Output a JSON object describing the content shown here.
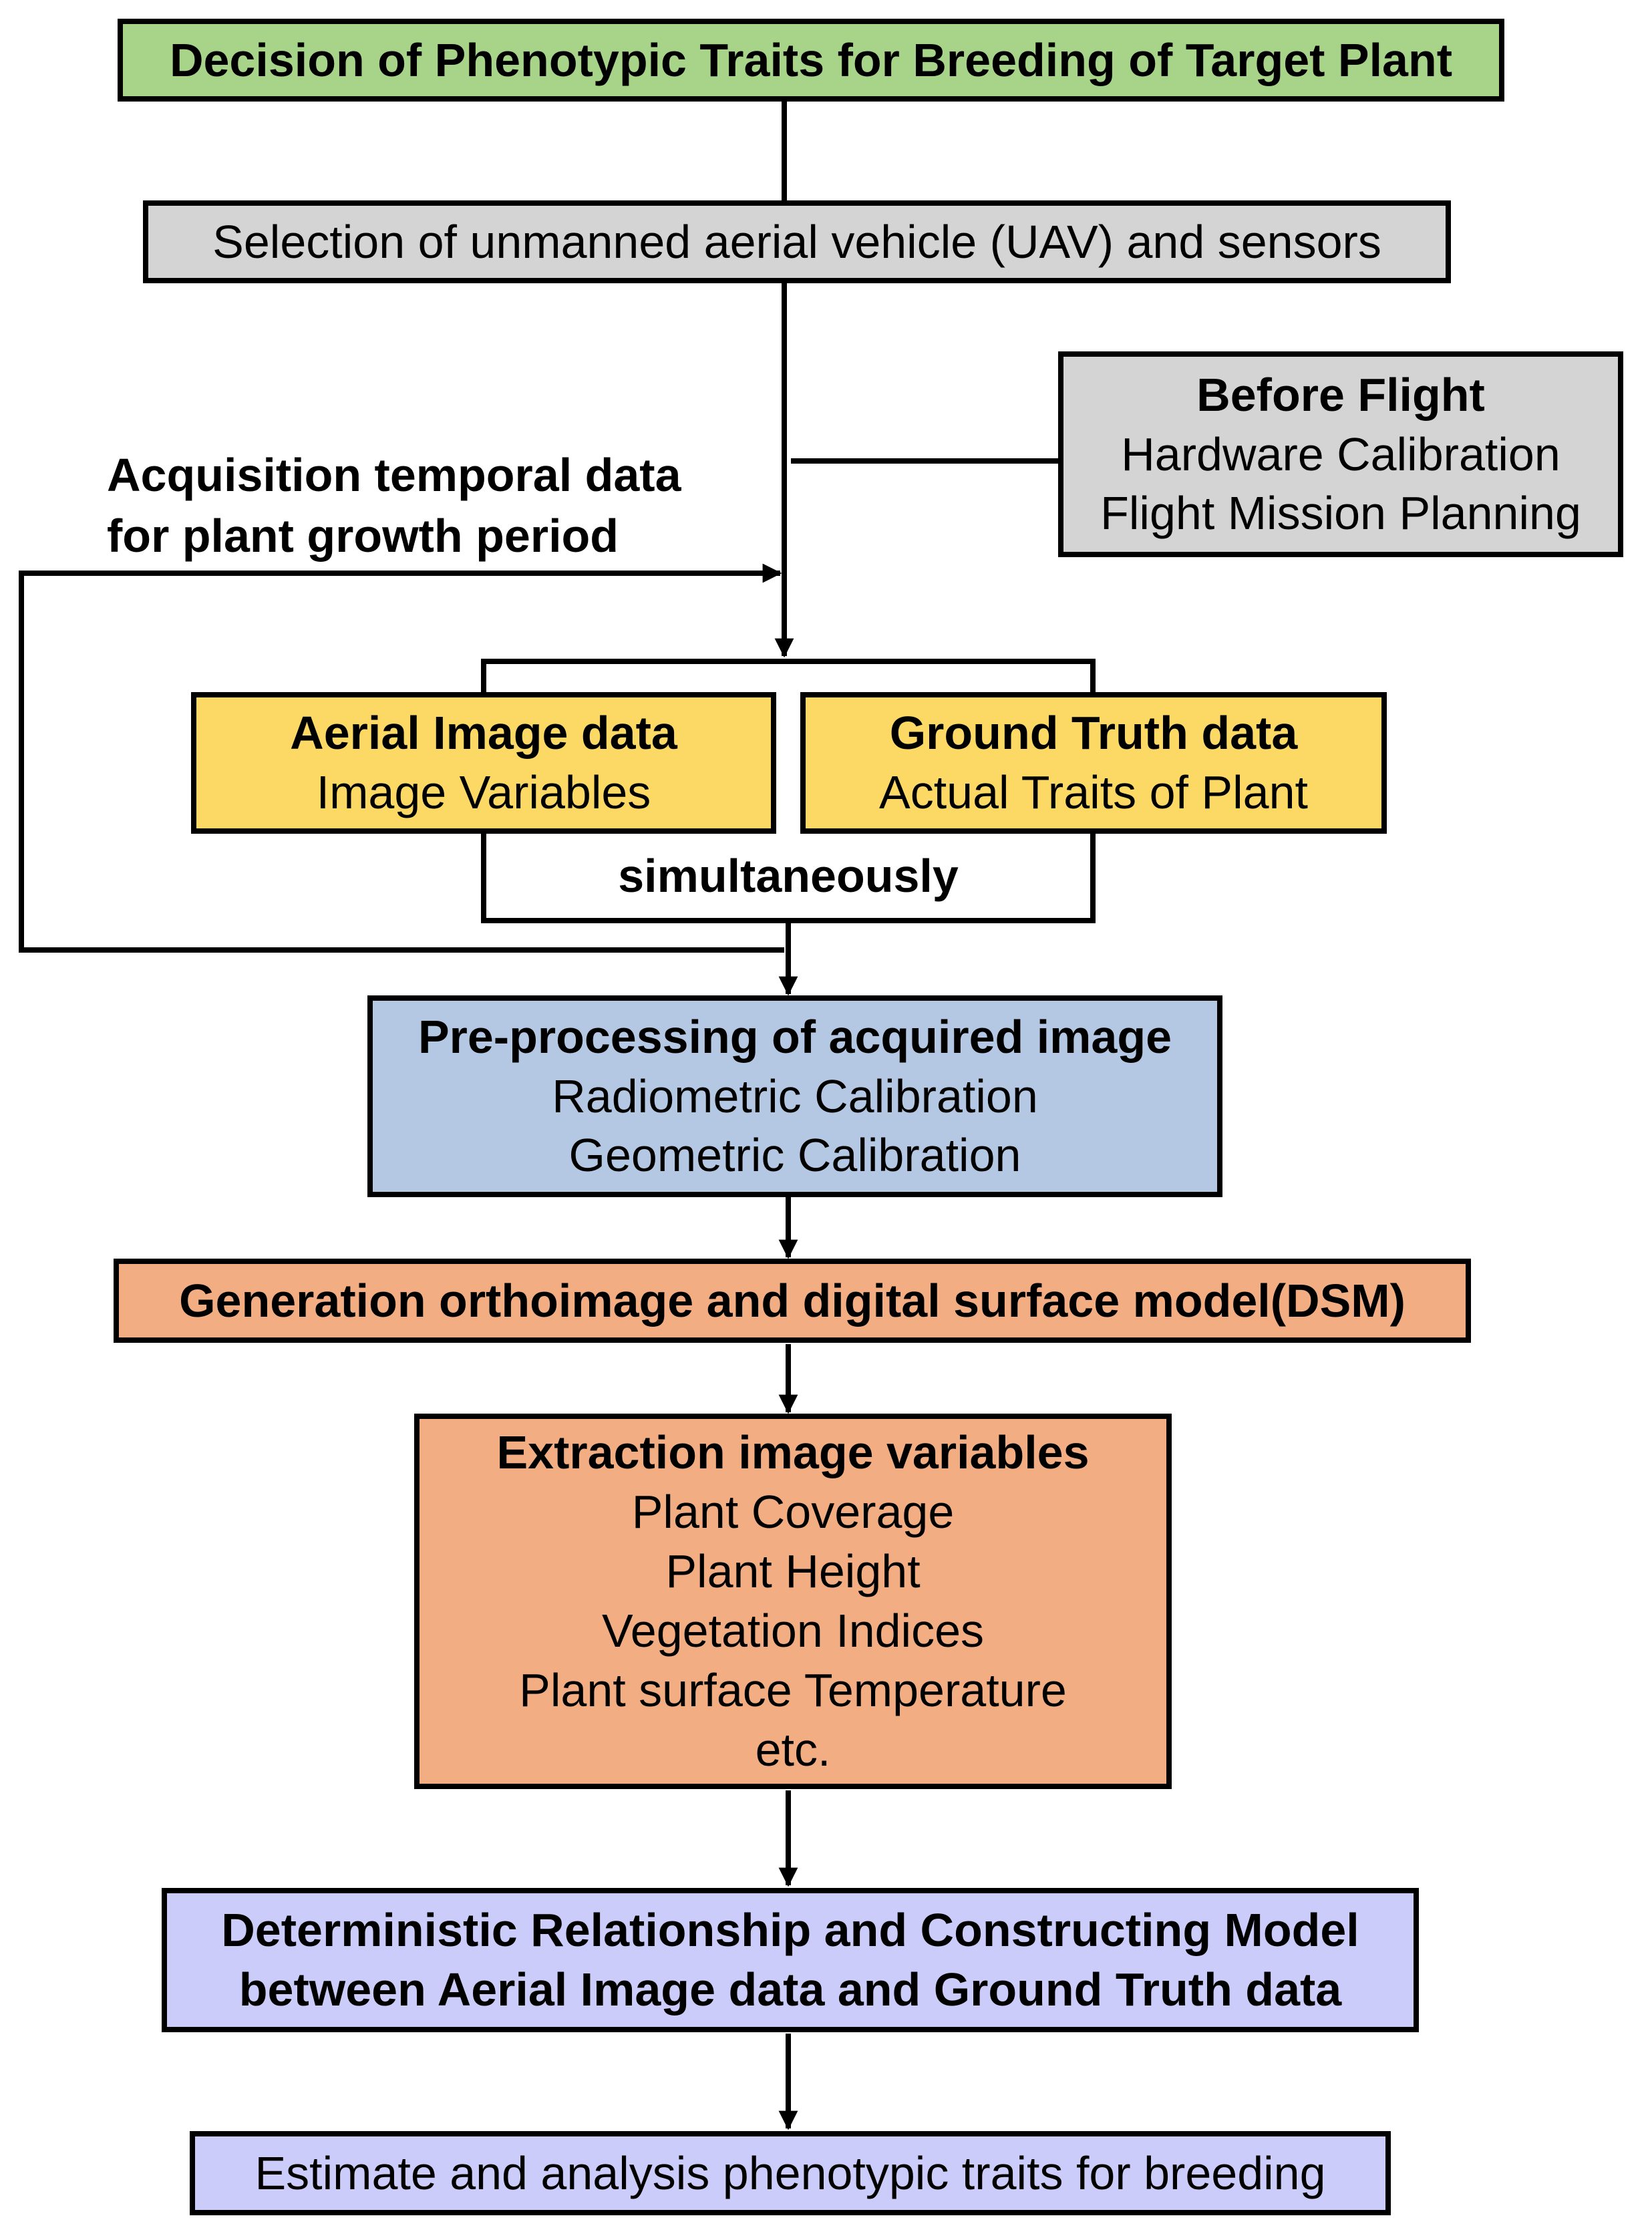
{
  "colors": {
    "green": "#a8d48a",
    "gray": "#d4d4d4",
    "yellow": "#fbd964",
    "blue": "#b4c8e4",
    "orange": "#f2ae82",
    "lavender": "#ccccfb",
    "line": "#000000"
  },
  "nodes": {
    "decision": {
      "title": "Decision of Phenotypic Traits for Breeding of Target Plant"
    },
    "selection": {
      "title": "Selection of unmanned aerial vehicle (UAV) and sensors"
    },
    "before_flight": {
      "title": "Before Flight",
      "items": [
        "Hardware Calibration",
        "Flight Mission Planning"
      ]
    },
    "aerial": {
      "title": "Aerial Image data",
      "subtitle": "Image Variables"
    },
    "ground": {
      "title": "Ground Truth data",
      "subtitle": "Actual Traits of Plant"
    },
    "preprocessing": {
      "title": "Pre-processing of acquired image",
      "items": [
        "Radiometric Calibration",
        "Geometric Calibration"
      ]
    },
    "generation": {
      "title": "Generation orthoimage and digital surface model(DSM)"
    },
    "extraction": {
      "title": "Extraction image variables",
      "items": [
        "Plant Coverage",
        "Plant Height",
        "Vegetation Indices",
        "Plant surface Temperature",
        "etc."
      ]
    },
    "model": {
      "lines": [
        "Deterministic Relationship and Constructing Model",
        "between Aerial Image data and Ground Truth data"
      ]
    },
    "estimate": {
      "title": "Estimate and analysis phenotypic traits for breeding"
    }
  },
  "labels": {
    "temporal": [
      "Acquisition temporal data",
      "for plant growth period"
    ],
    "simultaneously": "simultaneously"
  }
}
